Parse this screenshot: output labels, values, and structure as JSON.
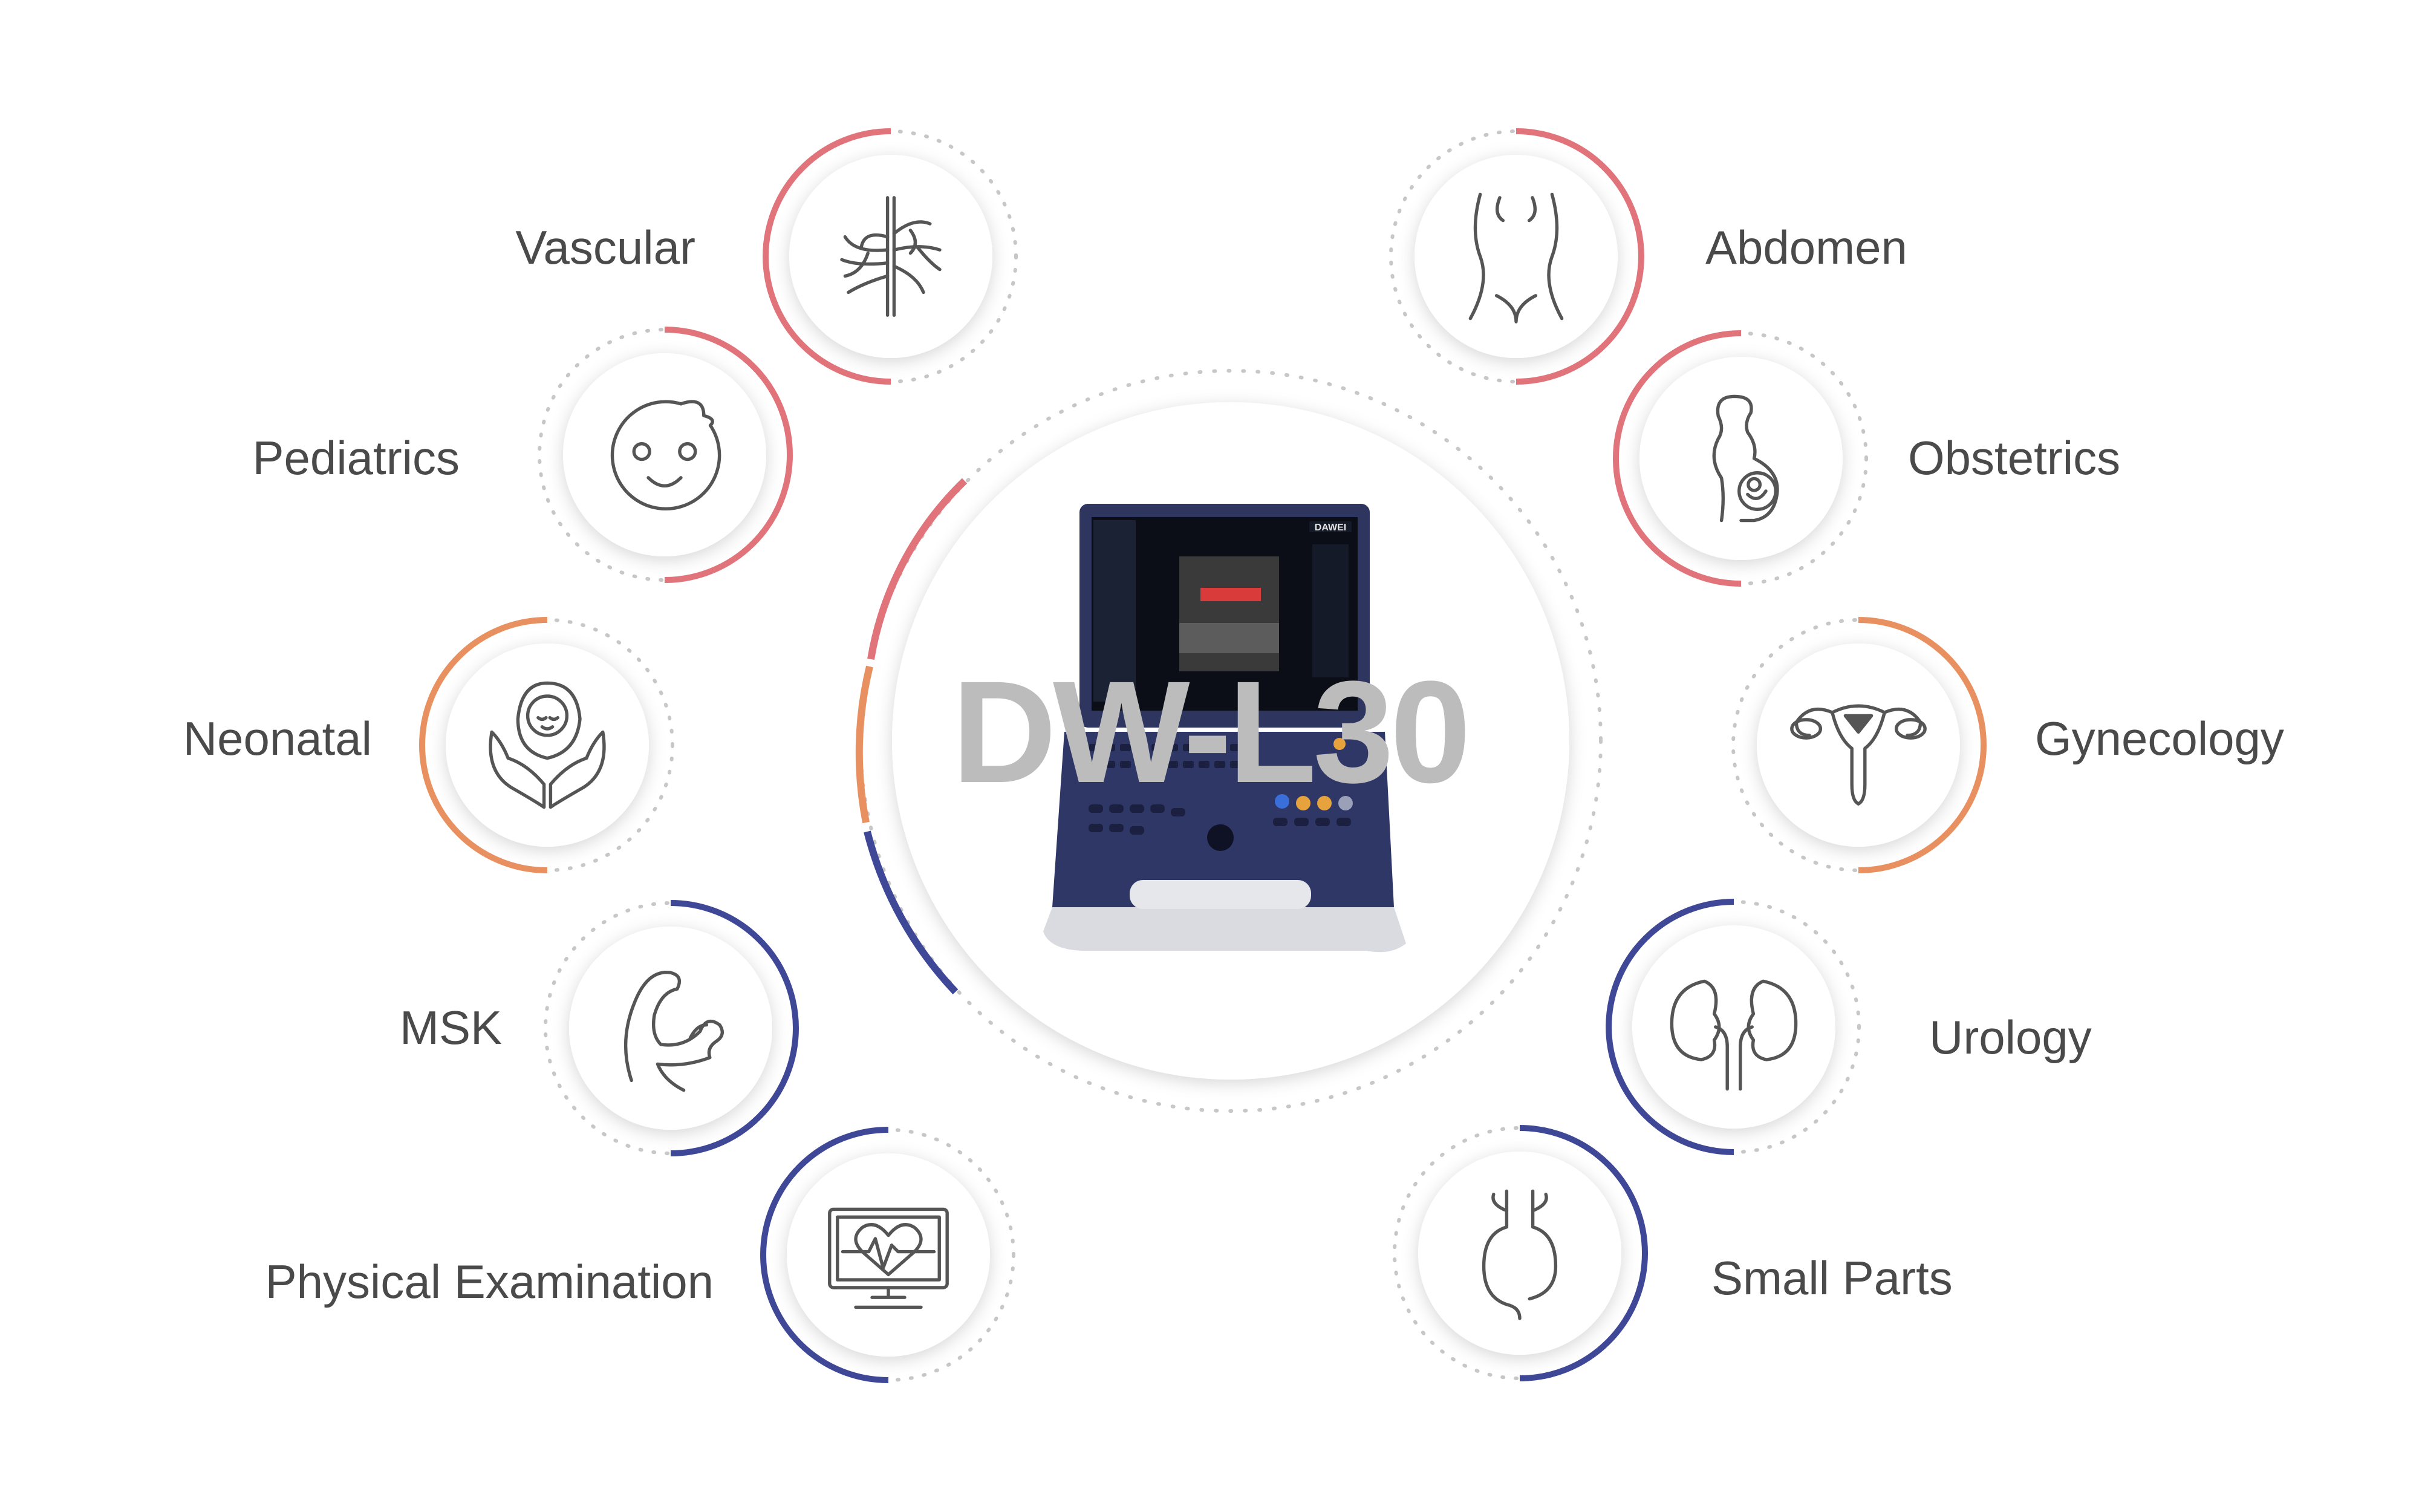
{
  "product": {
    "model": "DW-L30",
    "brand": "DAWEI"
  },
  "colors": {
    "red": "#e0747a",
    "orange": "#e99060",
    "blue": "#3f4797",
    "dots": "#c7c7c7",
    "icon": "#555555",
    "label": "#4a4a4a",
    "title": "#bcbcbc"
  },
  "applications": [
    {
      "key": "vascular",
      "label": "Vascular",
      "icon": "vascular-icon",
      "color": "red",
      "side": "left"
    },
    {
      "key": "pediatrics",
      "label": "Pediatrics",
      "icon": "baby-face-icon",
      "color": "red",
      "side": "left"
    },
    {
      "key": "neonatal",
      "label": "Neonatal",
      "icon": "newborn-in-hands-icon",
      "color": "orange",
      "side": "left"
    },
    {
      "key": "msk",
      "label": "MSK",
      "icon": "flexed-arm-icon",
      "color": "blue",
      "side": "left"
    },
    {
      "key": "physical-examination",
      "label": "Physical Examination",
      "icon": "heart-monitor-icon",
      "color": "blue",
      "side": "left"
    },
    {
      "key": "abdomen",
      "label": "Abdomen",
      "icon": "torso-icon",
      "color": "red",
      "side": "right"
    },
    {
      "key": "obstetrics",
      "label": "Obstetrics",
      "icon": "pregnant-woman-icon",
      "color": "red",
      "side": "right"
    },
    {
      "key": "gynecology",
      "label": "Gynecology",
      "icon": "uterus-icon",
      "color": "orange",
      "side": "right"
    },
    {
      "key": "urology",
      "label": "Urology",
      "icon": "kidneys-icon",
      "color": "blue",
      "side": "right"
    },
    {
      "key": "small-parts",
      "label": "Small Parts",
      "icon": "thyroid-icon",
      "color": "blue",
      "side": "right"
    }
  ]
}
